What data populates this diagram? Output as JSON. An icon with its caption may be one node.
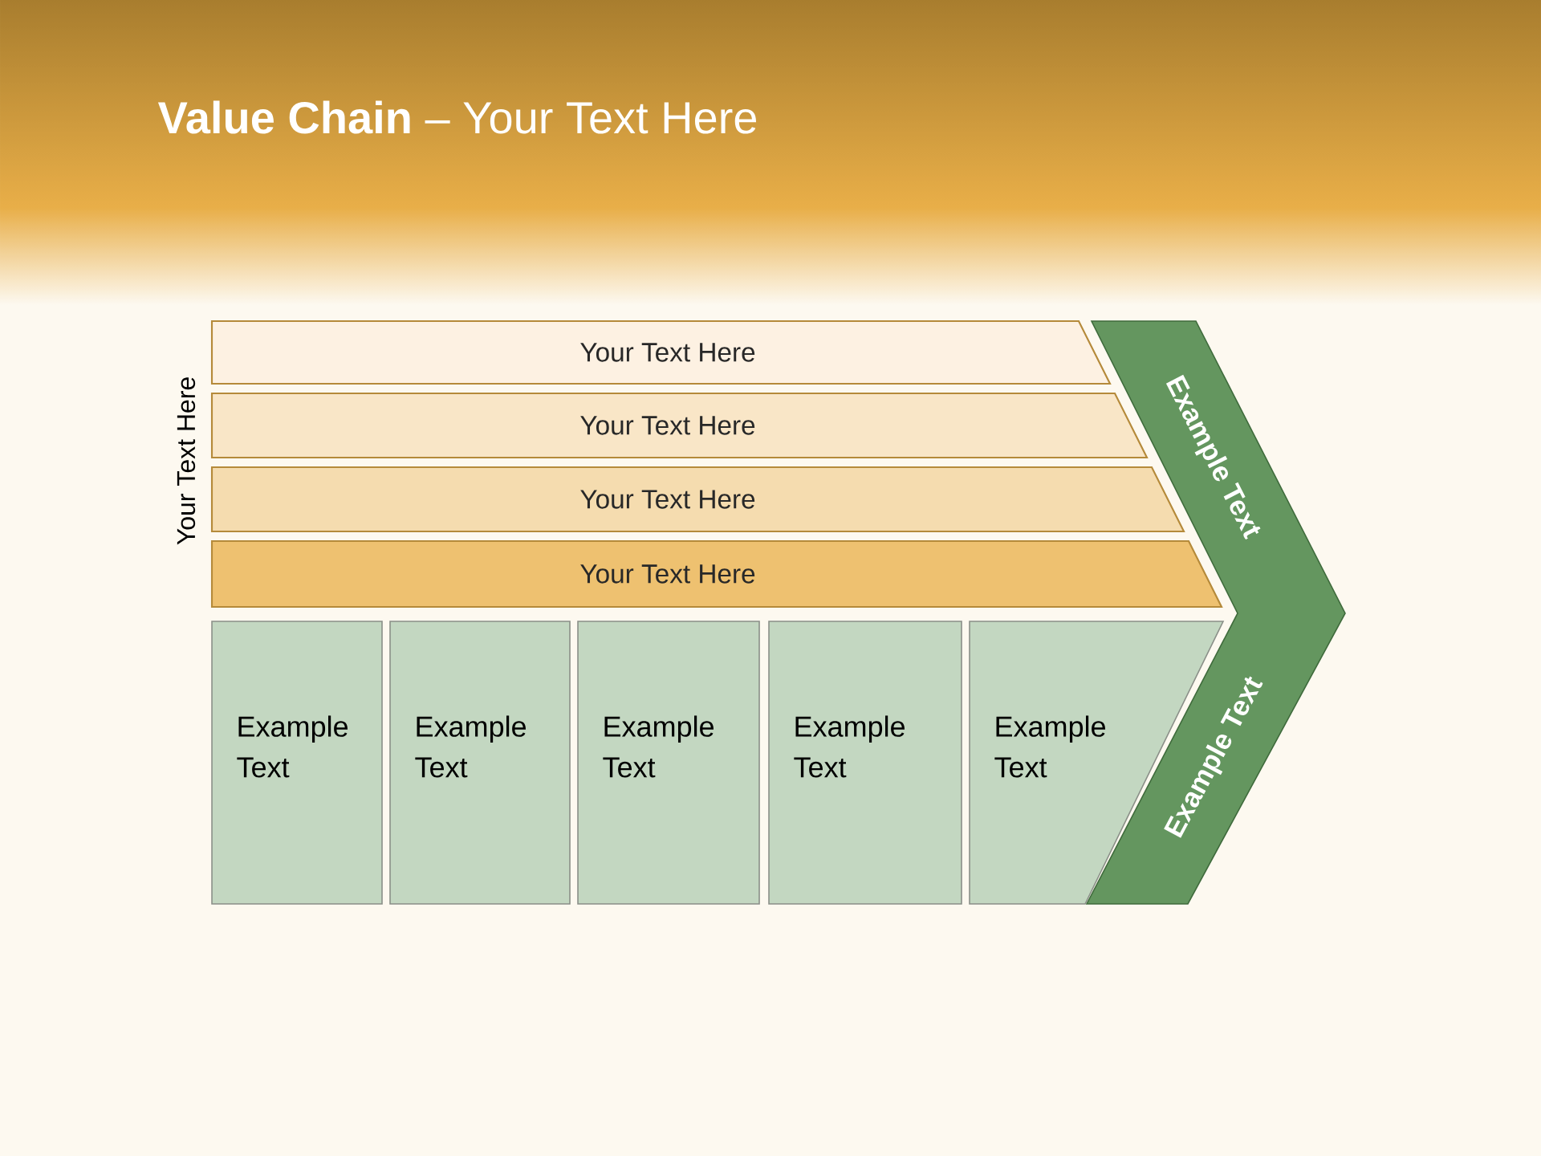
{
  "diagram": {
    "title": "**Value Chain** – Your Text Here",
    "nodes": [
      {
        "text": [
          "Your Text Here"
        ]
      },
      {
        "text": [
          "Your Text Here"
        ]
      },
      {
        "text": [
          "Your Text Here"
        ]
      },
      {
        "text": [
          "Your Text Here"
        ]
      },
      {
        "text": [
          "Example Text"
        ]
      },
      {
        "text": [
          "Example Text"
        ]
      },
      {
        "text": [
          "Example Text"
        ]
      },
      {
        "text": [
          "Example Text"
        ]
      },
      {
        "text": [
          "Example Text"
        ]
      },
      {
        "text": [
          "Example Text",
          "Example Text"
        ]
      }
    ],
    "labels": [
      "Your Text Here"
    ]
  }
}
